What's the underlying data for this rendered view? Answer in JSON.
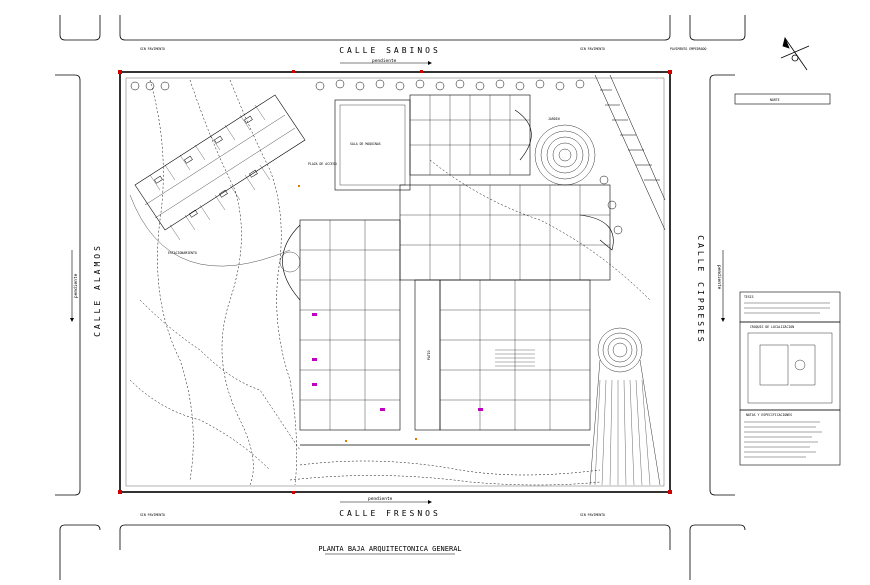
{
  "streets": {
    "top": "CALLE SABINOS",
    "bottom": "CALLE FRESNOS",
    "left": "CALLE ALAMOS",
    "right": "CALLE CIPRESES"
  },
  "slope_label": "pendiente",
  "sidewalk_label": "SIN PAVIMENTO",
  "corner_note": "PAVIMENTO EMPEDRADO",
  "north_label": "NORTE",
  "plan_title": "PLANTA BAJA ARQUITECTONICA GENERAL",
  "rooms": {
    "main_hall": "SALA DE MAQUINAS",
    "parking": "ESTACIONAMIENTO",
    "courtyard": "PATIO",
    "plaza": "PLAZA DE ACCESO",
    "garden": "JARDIN"
  },
  "sidebar": {
    "sheet_label": "TESIS",
    "location_label": "CROQUIS DE LOCALIZACION",
    "notes_label": "NOTAS Y ESPECIFICACIONES"
  }
}
